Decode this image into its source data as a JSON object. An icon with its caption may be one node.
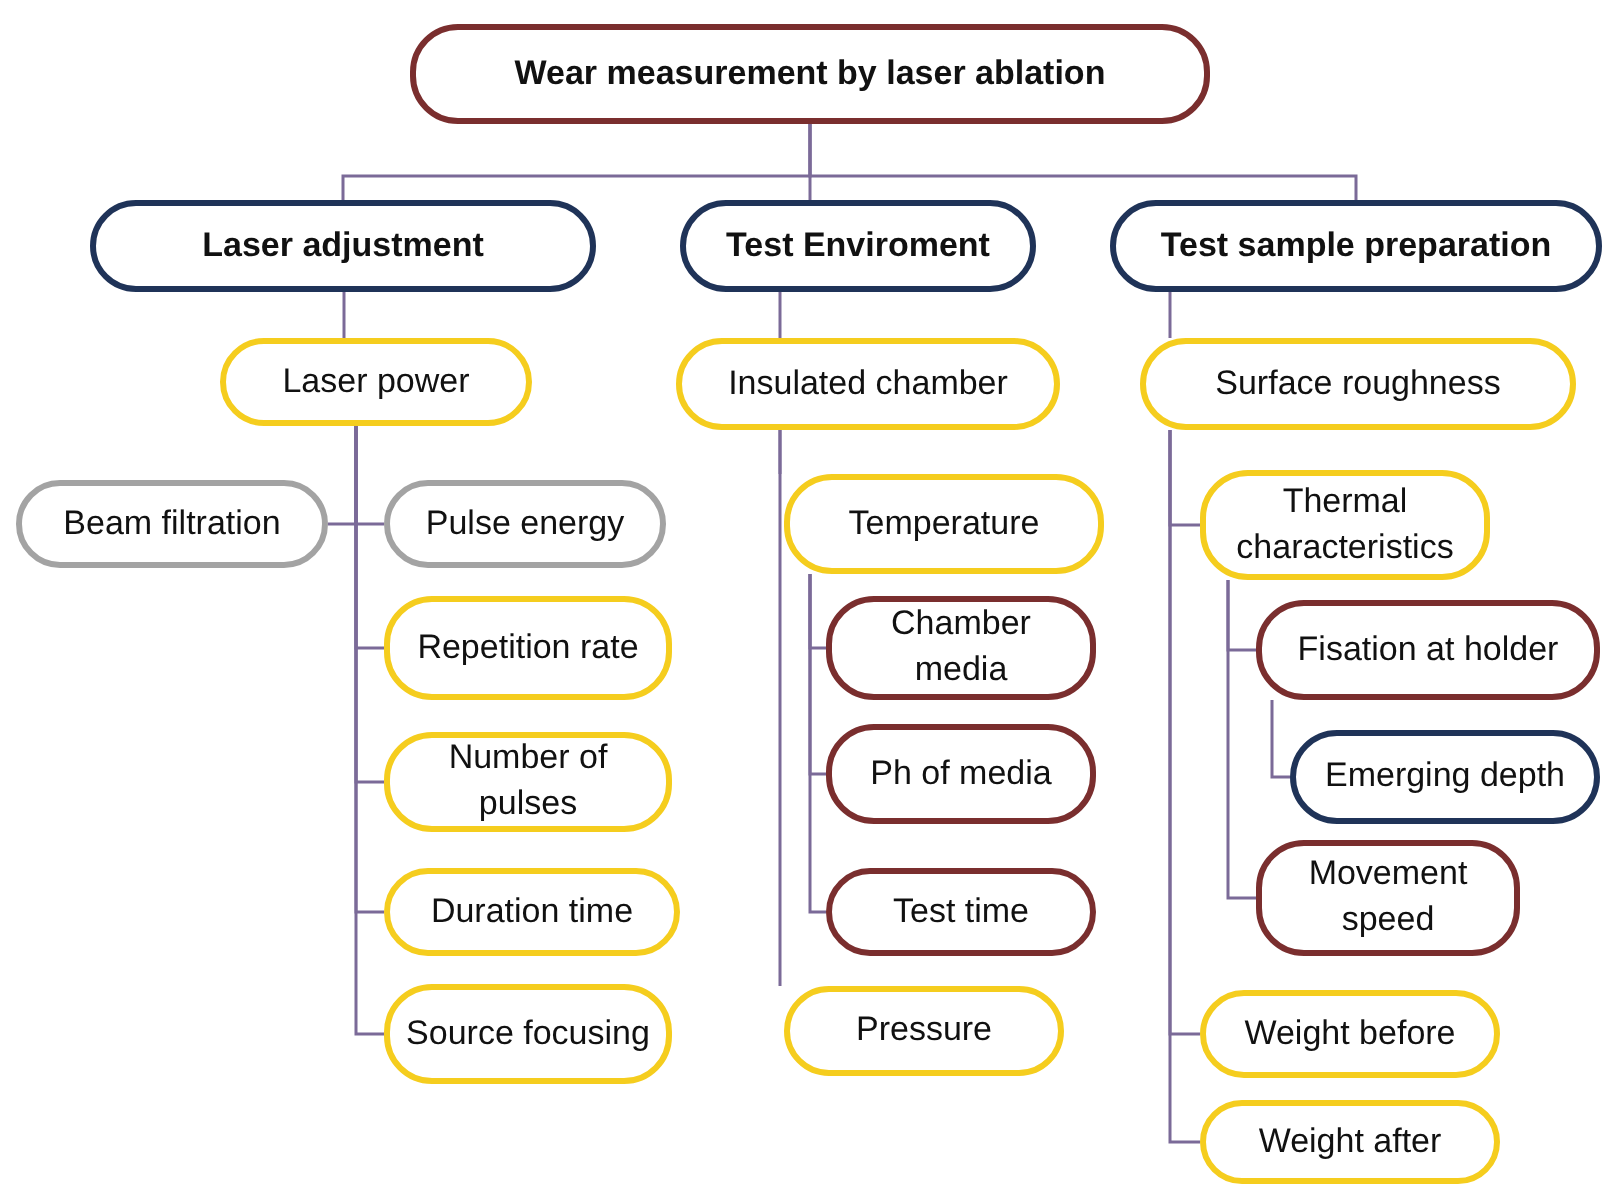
{
  "diagram": {
    "nodes": [
      {
        "text": [
          "Wear measurement by laser ablation"
        ]
      },
      {
        "text": [
          "Laser adjustment"
        ]
      },
      {
        "text": [
          "Test Enviroment"
        ]
      },
      {
        "text": [
          "Test sample preparation"
        ]
      },
      {
        "text": [
          "Laser power"
        ]
      },
      {
        "text": [
          "Beam filtration"
        ]
      },
      {
        "text": [
          "Pulse energy"
        ]
      },
      {
        "text": [
          "Repetition rate"
        ]
      },
      {
        "text": [
          "Number of pulses"
        ]
      },
      {
        "text": [
          "Duration time"
        ]
      },
      {
        "text": [
          "Source focusing"
        ]
      },
      {
        "text": [
          "Insulated chamber"
        ]
      },
      {
        "text": [
          "Temperature"
        ]
      },
      {
        "text": [
          "Chamber media"
        ]
      },
      {
        "text": [
          "Ph of media"
        ]
      },
      {
        "text": [
          "Test time"
        ]
      },
      {
        "text": [
          "Pressure"
        ]
      },
      {
        "text": [
          "Surface roughness"
        ]
      },
      {
        "text": [
          "Thermal characteristics"
        ]
      },
      {
        "text": [
          "Fisation at holder"
        ]
      },
      {
        "text": [
          "Emerging depth"
        ]
      },
      {
        "text": [
          "Movement speed"
        ]
      },
      {
        "text": [
          "Weight before"
        ]
      },
      {
        "text": [
          "Weight after"
        ]
      }
    ],
    "edges": [
      {
        "from": 0,
        "to": 1,
        "arrow": "none"
      },
      {
        "from": 0,
        "to": 2,
        "arrow": "none"
      },
      {
        "from": 0,
        "to": 3,
        "arrow": "none"
      },
      {
        "from": 1,
        "to": 4,
        "arrow": "none"
      },
      {
        "from": 4,
        "to": 5,
        "arrow": "none"
      },
      {
        "from": 4,
        "to": 6,
        "arrow": "none"
      },
      {
        "from": 4,
        "to": 7,
        "arrow": "none"
      },
      {
        "from": 4,
        "to": 8,
        "arrow": "none"
      },
      {
        "from": 4,
        "to": 9,
        "arrow": "none"
      },
      {
        "from": 4,
        "to": 10,
        "arrow": "none"
      },
      {
        "from": 2,
        "to": 11,
        "arrow": "none"
      },
      {
        "from": 11,
        "to": 12,
        "arrow": "none"
      },
      {
        "from": 12,
        "to": 13,
        "arrow": "none"
      },
      {
        "from": 12,
        "to": 14,
        "arrow": "none"
      },
      {
        "from": 12,
        "to": 15,
        "arrow": "none"
      },
      {
        "from": 11,
        "to": 16,
        "arrow": "none"
      },
      {
        "from": 3,
        "to": 17,
        "arrow": "none"
      },
      {
        "from": 17,
        "to": 18,
        "arrow": "none"
      },
      {
        "from": 18,
        "to": 19,
        "arrow": "none"
      },
      {
        "from": 19,
        "to": 20,
        "arrow": "none"
      },
      {
        "from": 18,
        "to": 21,
        "arrow": "none"
      },
      {
        "from": 17,
        "to": 22,
        "arrow": "none"
      },
      {
        "from": 17,
        "to": 23,
        "arrow": "none"
      }
    ]
  }
}
